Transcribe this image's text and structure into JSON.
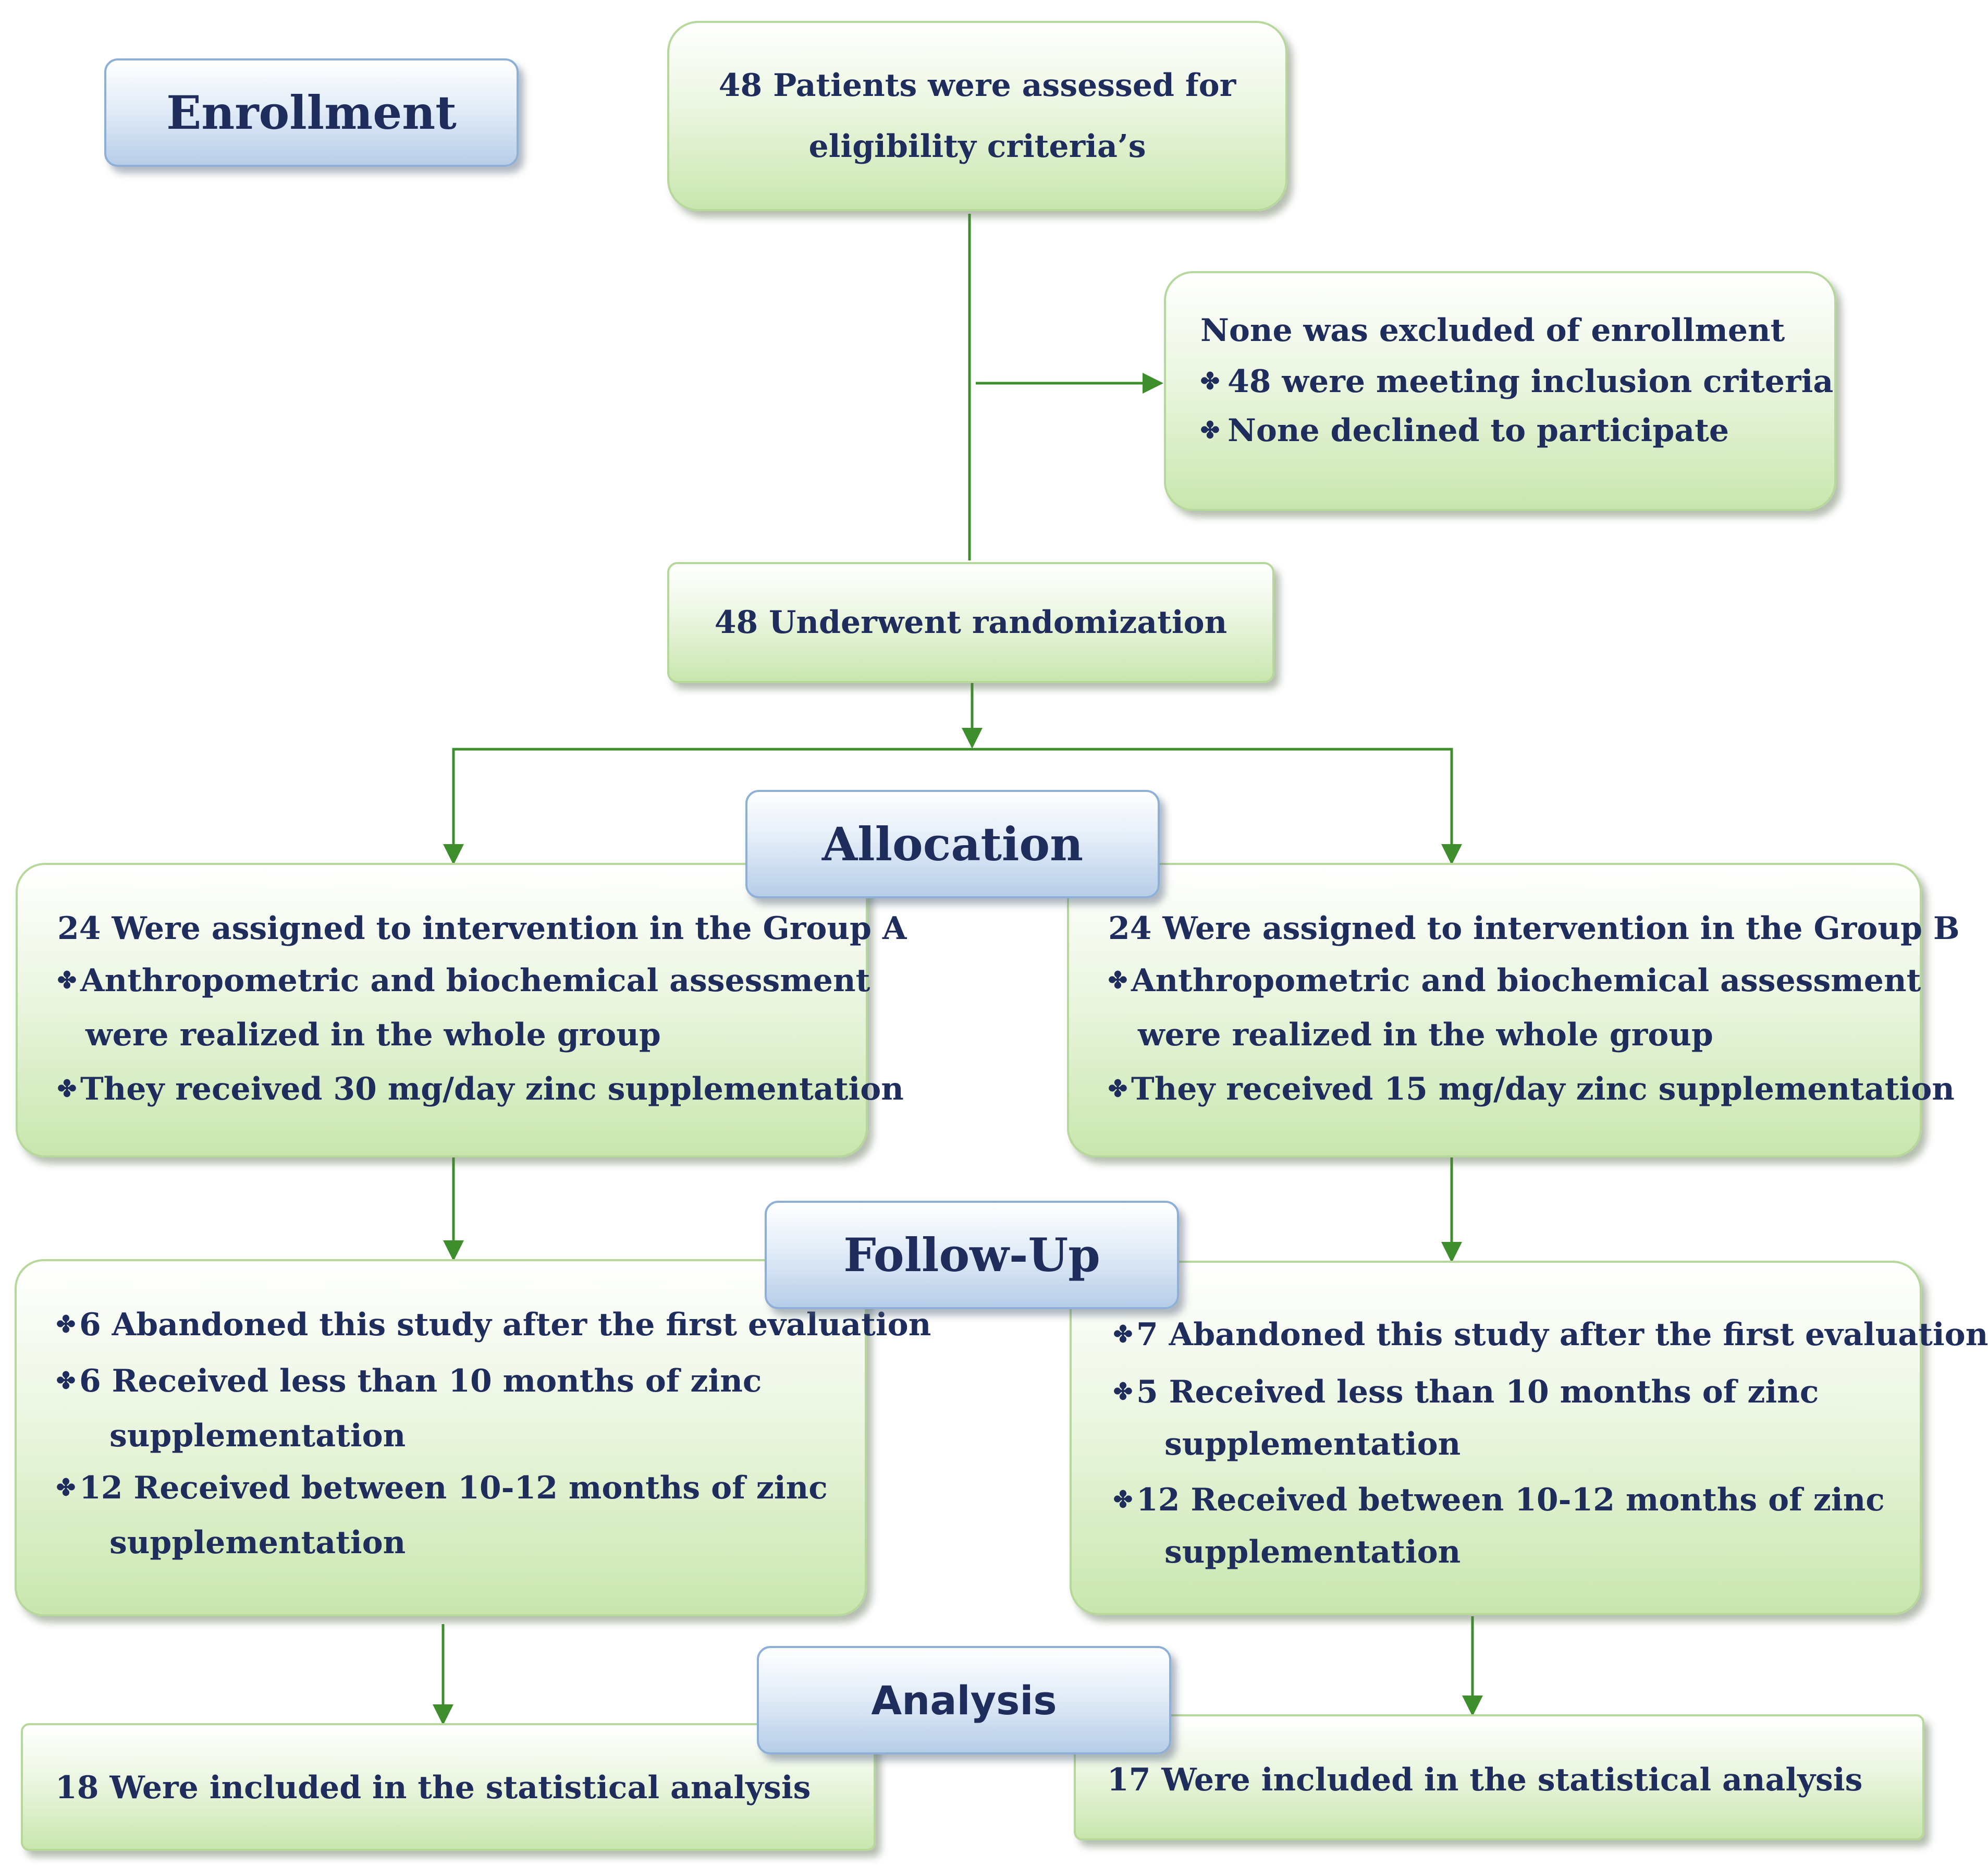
{
  "stages": {
    "enrollment": "Enrollment",
    "allocation": "Allocation",
    "follow_up": "Follow-Up",
    "analysis": "Analysis"
  },
  "assessed": {
    "line1": "48 Patients were assessed for",
    "line2": "eligibility criteria’s"
  },
  "excluded": {
    "heading": "None was excluded of enrollment",
    "items": [
      "48 were meeting inclusion criteria",
      "None declined to participate"
    ]
  },
  "randomization": "48 Underwent randomization",
  "group_a": {
    "heading": "24 Were assigned to intervention in the Group A",
    "item1_line1": "Anthropometric and biochemical assessment",
    "item1_line2": "were realized in the whole group",
    "item2": "They received 30 mg/day zinc supplementation"
  },
  "group_b": {
    "heading": "24 Were assigned to intervention in the Group B",
    "item1_line1": "Anthropometric and biochemical assessment",
    "item1_line2": "were realized in the whole group",
    "item2": "They received 15 mg/day zinc supplementation"
  },
  "followup_a": {
    "item1": "6  Abandoned this study after the first evaluation",
    "item2_line1": "6  Received less than 10 months of zinc",
    "item2_line2": "supplementation",
    "item3_line1": "12 Received between 10-12 months of zinc",
    "item3_line2": "supplementation"
  },
  "followup_b": {
    "item1": "7  Abandoned this study after the first evaluation",
    "item2_line1": "5  Received less than 10 months of zinc",
    "item2_line2": "supplementation",
    "item3_line1": "12 Received between 10-12 months of zinc",
    "item3_line2": "supplementation"
  },
  "analysis_a": "18 Were included in the statistical analysis",
  "analysis_b": "17 Were included in the statistical analysis",
  "bullet_glyph": "✤",
  "colors": {
    "connector": "#3e8e2d",
    "green_box_border": "#b6d89a",
    "green_box_fill_bottom": "#c9e6ae",
    "blue_box_border": "#8fb0d6",
    "blue_box_fill_bottom": "#b7cde8",
    "text": "#1f2d5c"
  }
}
